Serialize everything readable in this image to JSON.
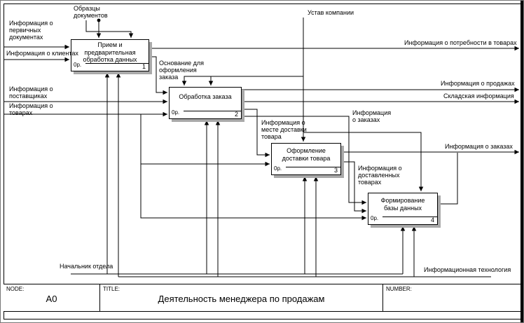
{
  "boxes": [
    {
      "title": "Прием и предварительная обработка данных",
      "cost": "0р.",
      "num": "1"
    },
    {
      "title": "Обработка заказа",
      "cost": "0р.",
      "num": "2"
    },
    {
      "title": "Оформление доставки товара",
      "cost": "0р.",
      "num": "3"
    },
    {
      "title": "Формирование базы данных",
      "cost": "0р.",
      "num": "4"
    }
  ],
  "labels": {
    "input_primary_docs": "Информация о первичных документах",
    "input_clients": "Информация о клиентах",
    "input_suppliers": "Информация о поставщиках",
    "input_goods": "Информация о товарах",
    "control_doc_samples": "Образцы документов",
    "control_company_charter": "Устав компании",
    "output_need_goods": "Информация о потребности в товарах",
    "output_sales": "Информация о продажах",
    "output_warehouse": "Складская информация",
    "output_orders": "Информация о заказах",
    "flow_order_basis": "Основание для оформления заказа",
    "flow_delivery_place": "Информация о месте доставки товара",
    "flow_orders_info": "Информация о заказах",
    "flow_delivered_goods": "Информация о доставленных товарах",
    "mech_department_head": "Начальник отдела",
    "mech_it": "Информационная технология"
  },
  "footer": {
    "node_label": "NODE:",
    "node_value": "А0",
    "title_label": "TITLE:",
    "title_value": "Деятельность менеджера по продажам",
    "number_label": "NUMBER:"
  }
}
